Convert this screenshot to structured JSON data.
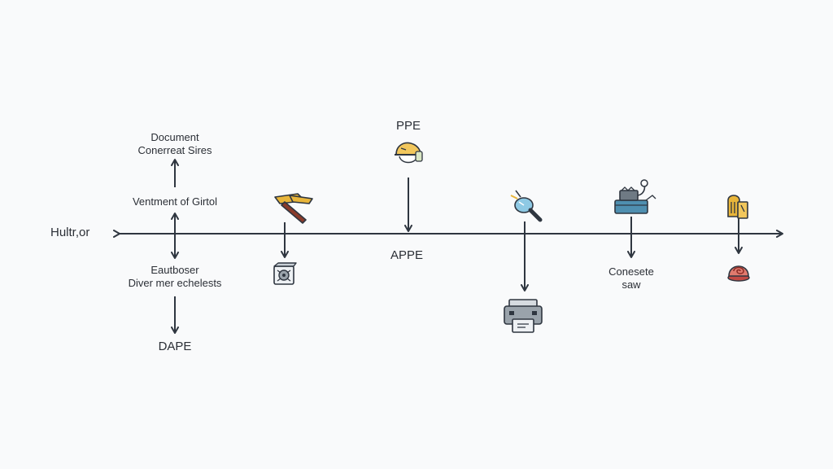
{
  "diagram": {
    "axis_label": "Hultr,or",
    "labels": {
      "document_line1": "Document",
      "document_line2": "Conerreat Sires",
      "ventment": "Ventment of Girtol",
      "eautboser_line1": "Eautboser",
      "eautboser_line2": "Diver mer echelests",
      "dape": "DAPE",
      "ppe": "PPE",
      "appe": "APPE",
      "conesete_line1": "Conesete",
      "conesete_line2": "saw"
    },
    "colors": {
      "line": "#2f3640",
      "gold": "#e8b53a",
      "brown": "#8a3b2a",
      "blue": "#8ec9e4",
      "teal": "#4f8fb0",
      "gray": "#9aa3ab",
      "red": "#d9534f"
    },
    "icons": [
      "hammer-icon",
      "gear-box-icon",
      "hard-hat-icon",
      "magnifier-icon",
      "printer-icon",
      "saw-machine-icon",
      "tool-kit-icon",
      "alarm-bell-icon"
    ]
  }
}
